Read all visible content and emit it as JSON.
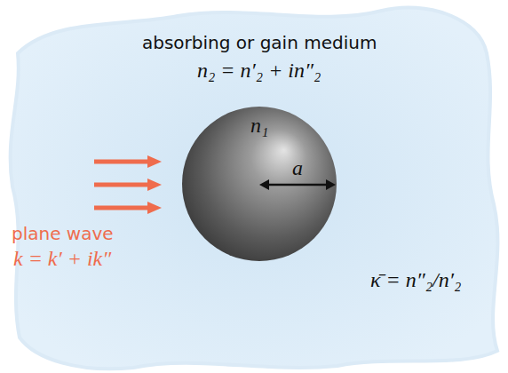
{
  "diagram": {
    "nodes": [
      {
        "text": [
          "absorbing or gain medium",
          "n₂ = n′₂ + in″₂"
        ]
      },
      {
        "text": [
          "n₁"
        ],
        "in": 0
      }
    ],
    "labels": [
      "plane wave",
      "k = k′ + ik″",
      "a",
      "κ̄ = n″₂/n′₂"
    ]
  }
}
